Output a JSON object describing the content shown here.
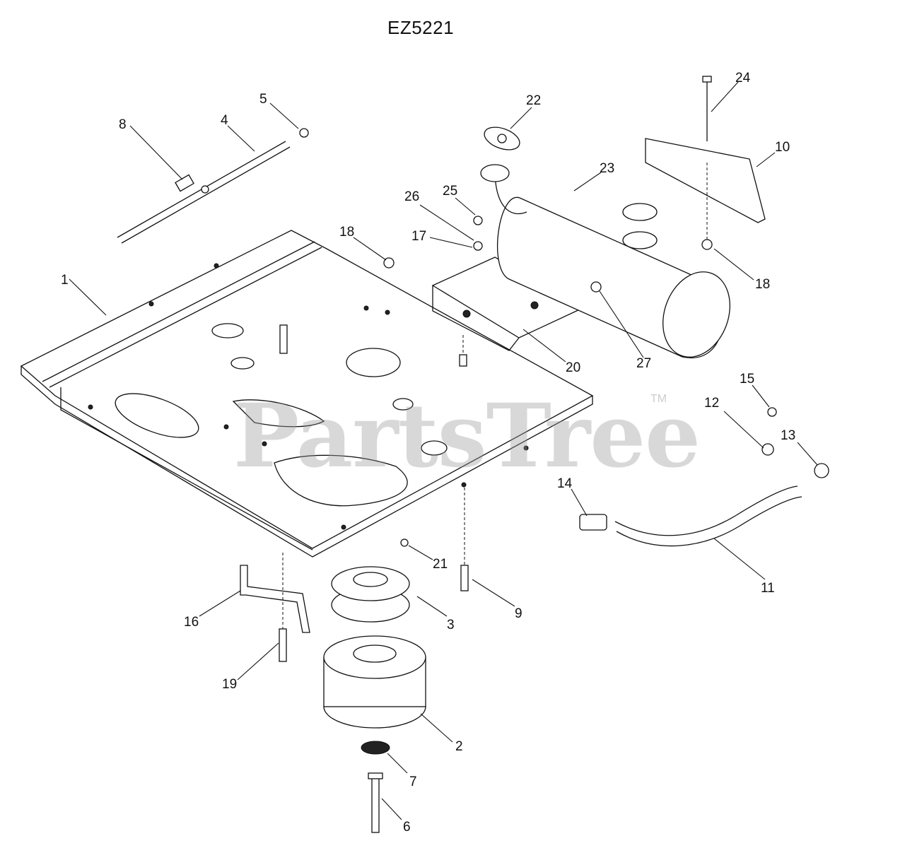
{
  "title": "EZ5221",
  "watermark": {
    "text": "PartsTree",
    "tm": "TM"
  },
  "callouts": [
    {
      "id": "1",
      "label": "1"
    },
    {
      "id": "2",
      "label": "2"
    },
    {
      "id": "3",
      "label": "3"
    },
    {
      "id": "4",
      "label": "4"
    },
    {
      "id": "5",
      "label": "5"
    },
    {
      "id": "6",
      "label": "6"
    },
    {
      "id": "7",
      "label": "7"
    },
    {
      "id": "8",
      "label": "8"
    },
    {
      "id": "9",
      "label": "9"
    },
    {
      "id": "10",
      "label": "10"
    },
    {
      "id": "11",
      "label": "11"
    },
    {
      "id": "12",
      "label": "12"
    },
    {
      "id": "13",
      "label": "13"
    },
    {
      "id": "14",
      "label": "14"
    },
    {
      "id": "15",
      "label": "15"
    },
    {
      "id": "16",
      "label": "16"
    },
    {
      "id": "17",
      "label": "17"
    },
    {
      "id": "18a",
      "label": "18"
    },
    {
      "id": "18b",
      "label": "18"
    },
    {
      "id": "19",
      "label": "19"
    },
    {
      "id": "20",
      "label": "20"
    },
    {
      "id": "21",
      "label": "21"
    },
    {
      "id": "22",
      "label": "22"
    },
    {
      "id": "23",
      "label": "23"
    },
    {
      "id": "24",
      "label": "24"
    },
    {
      "id": "25",
      "label": "25"
    },
    {
      "id": "26",
      "label": "26"
    },
    {
      "id": "27",
      "label": "27"
    }
  ]
}
